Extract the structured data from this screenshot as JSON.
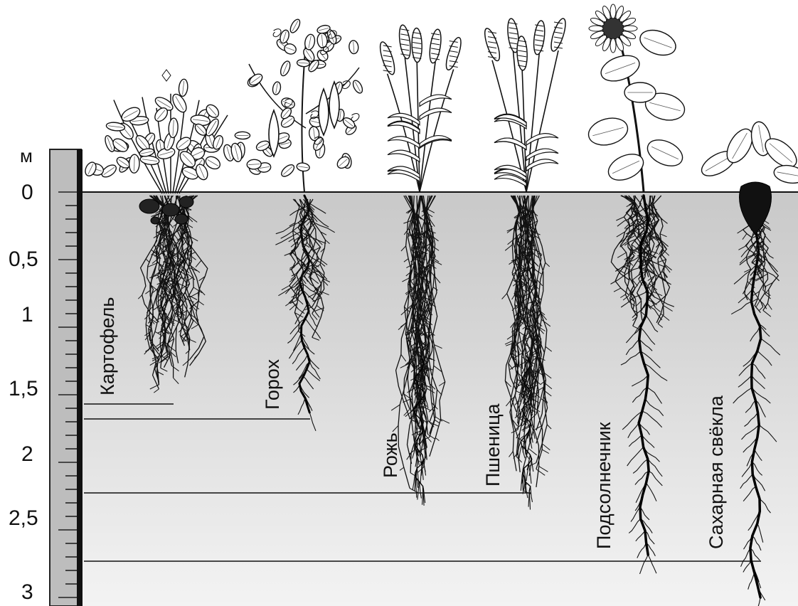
{
  "scale": {
    "unit": "м",
    "ticks": [
      "0",
      "0,5",
      "1",
      "1,5",
      "2",
      "2,5",
      "3"
    ]
  },
  "plants": [
    {
      "label": "Картофель",
      "depth_m": 1.6
    },
    {
      "label": "Горох",
      "depth_m": 1.7
    },
    {
      "label": "Рожь",
      "depth_m": 2.3
    },
    {
      "label": "Пшеница",
      "depth_m": 2.3
    },
    {
      "label": "Подсолнечник",
      "depth_m": 2.8
    },
    {
      "label": "Сахарная свёкла",
      "depth_m": 3.0
    }
  ],
  "depth_lines_m": [
    1.6,
    1.7,
    2.3,
    2.8
  ]
}
